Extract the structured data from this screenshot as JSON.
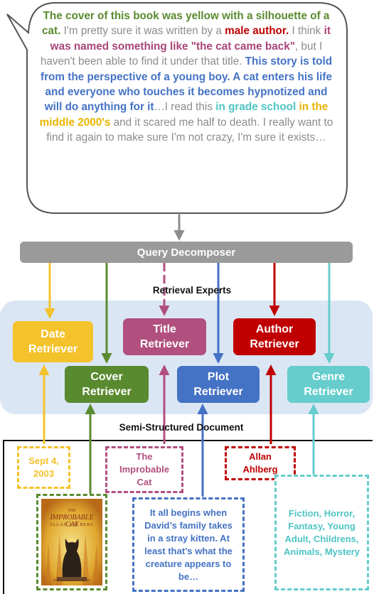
{
  "query": {
    "segments": [
      {
        "text": "The cover of this book was yellow with a silhouette of a cat.",
        "style": "green"
      },
      {
        "text": " I'm pretty sure it was written by a ",
        "style": "plain"
      },
      {
        "text": "male author.",
        "style": "red"
      },
      {
        "text": " I think ",
        "style": "plain"
      },
      {
        "text": "it was named something like \"the cat came back\"",
        "style": "purple"
      },
      {
        "text": ", but I haven't been able to find it under that title. ",
        "style": "plain"
      },
      {
        "text": "This story is told from the perspective of a young boy. A cat enters his life and everyone who touches it becomes hypnotized and will do anything for it",
        "style": "blue"
      },
      {
        "text": "…I read this ",
        "style": "plain"
      },
      {
        "text": "in grade school",
        "style": "teal"
      },
      {
        "text": " ",
        "style": "plain"
      },
      {
        "text": "in the middle 2000's",
        "style": "gold"
      },
      {
        "text": " and it scared me half to death. I really want to find it again to make sure I'm not crazy, I'm sure it exists…",
        "style": "plain"
      }
    ]
  },
  "decomposer": {
    "label": "Query Decomposer"
  },
  "experts_label": "Retrieval Experts",
  "document_label": "Semi-Structured Document",
  "colors": {
    "gray": "#9a9a9a",
    "date": "#f4c22b",
    "cover": "#5a8a2f",
    "title": "#b14f7e",
    "plot": "#4472c4",
    "author": "#c00000",
    "genre": "#66cccc",
    "experts_bg": "#dbe6f4"
  },
  "retrievers": {
    "date": {
      "line1": "Date",
      "line2": "Retriever"
    },
    "cover": {
      "line1": "Cover",
      "line2": "Retriever"
    },
    "title": {
      "line1": "Title",
      "line2": "Retriever"
    },
    "plot": {
      "line1": "Plot",
      "line2": "Retriever"
    },
    "author": {
      "line1": "Author",
      "line2": "Retriever"
    },
    "genre": {
      "line1": "Genre",
      "line2": "Retriever"
    }
  },
  "document": {
    "date": {
      "line1": "Sept 4,",
      "line2": "2003"
    },
    "title": {
      "line1": "The",
      "line2": "Improbable",
      "line3": "Cat"
    },
    "author": {
      "line1": "Allan",
      "line2": "Ahlberg"
    },
    "plot": {
      "text": "It all begins when David’s family takes in a stray kitten. At least that’s what the creature appears to be…"
    },
    "genre": {
      "text": "Fiction, Horror, Fantasy, Young Adult, Childrens, Animals, Mystery"
    },
    "cover_image": {
      "title_line1": "THE",
      "title_line2": "IMPROBABLE",
      "title_line3": "CAT",
      "author": "ALLAN AHLBERG",
      "credit": "Illustrated by Peter Bailey"
    }
  }
}
